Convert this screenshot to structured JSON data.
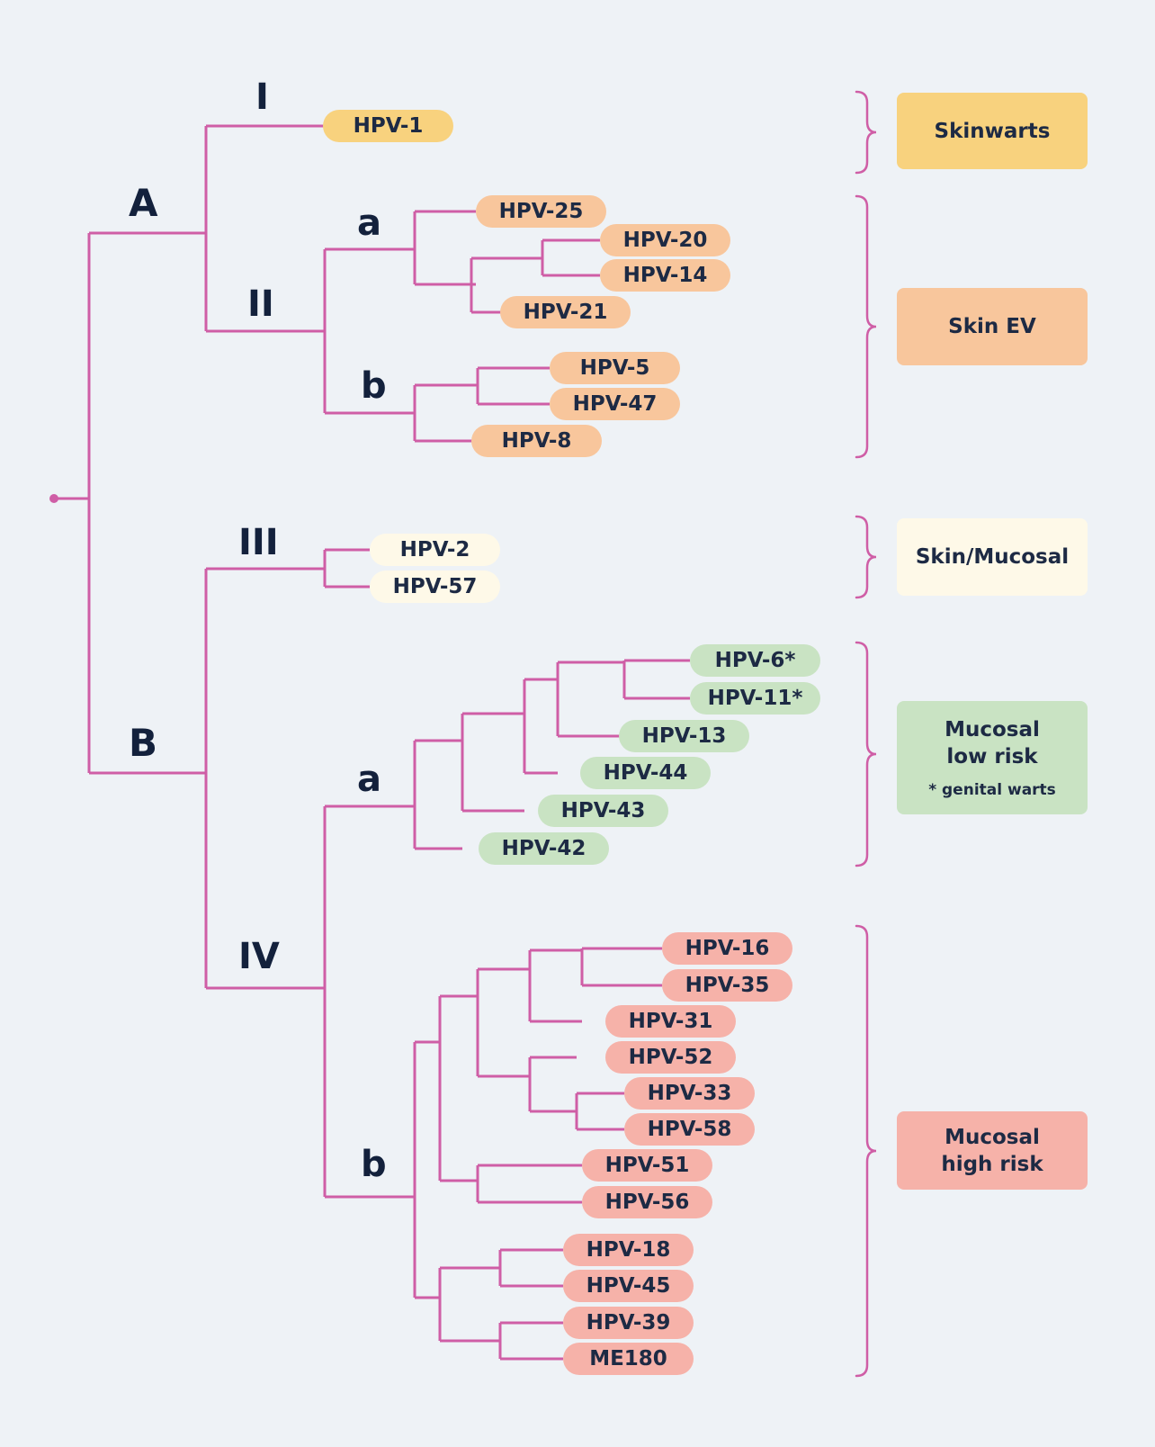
{
  "colors": {
    "line": "#cf5ea6",
    "skinwarts": "#f8d27e",
    "skin_ev": "#f8c69c",
    "skin_mucosal": "#fef9e8",
    "mucosal_low": "#c9e3c3",
    "mucosal_high": "#f6b2a9"
  },
  "groups": {
    "A": "A",
    "B": "B",
    "I": "I",
    "II": "II",
    "III": "III",
    "IV": "IV",
    "IIa": "a",
    "IIb": "b",
    "IVa": "a",
    "IVb": "b"
  },
  "types": {
    "hpv1": "HPV-1",
    "hpv25": "HPV-25",
    "hpv20": "HPV-20",
    "hpv14": "HPV-14",
    "hpv21": "HPV-21",
    "hpv5": "HPV-5",
    "hpv47": "HPV-47",
    "hpv8": "HPV-8",
    "hpv2": "HPV-2",
    "hpv57": "HPV-57",
    "hpv6": "HPV-6*",
    "hpv11": "HPV-11*",
    "hpv13": "HPV-13",
    "hpv44": "HPV-44",
    "hpv43": "HPV-43",
    "hpv42": "HPV-42",
    "hpv16": "HPV-16",
    "hpv35": "HPV-35",
    "hpv31": "HPV-31",
    "hpv52": "HPV-52",
    "hpv33": "HPV-33",
    "hpv58": "HPV-58",
    "hpv51": "HPV-51",
    "hpv56": "HPV-56",
    "hpv18": "HPV-18",
    "hpv45": "HPV-45",
    "hpv39": "HPV-39",
    "me180": "ME180"
  },
  "categories": {
    "skinwarts": "Skinwarts",
    "skin_ev": "Skin EV",
    "skin_mucosal": "Skin/Mucosal",
    "mucosal_low_1": "Mucosal",
    "mucosal_low_2": "low risk",
    "mucosal_low_note": "* genital warts",
    "mucosal_high_1": "Mucosal",
    "mucosal_high_2": "high risk"
  }
}
